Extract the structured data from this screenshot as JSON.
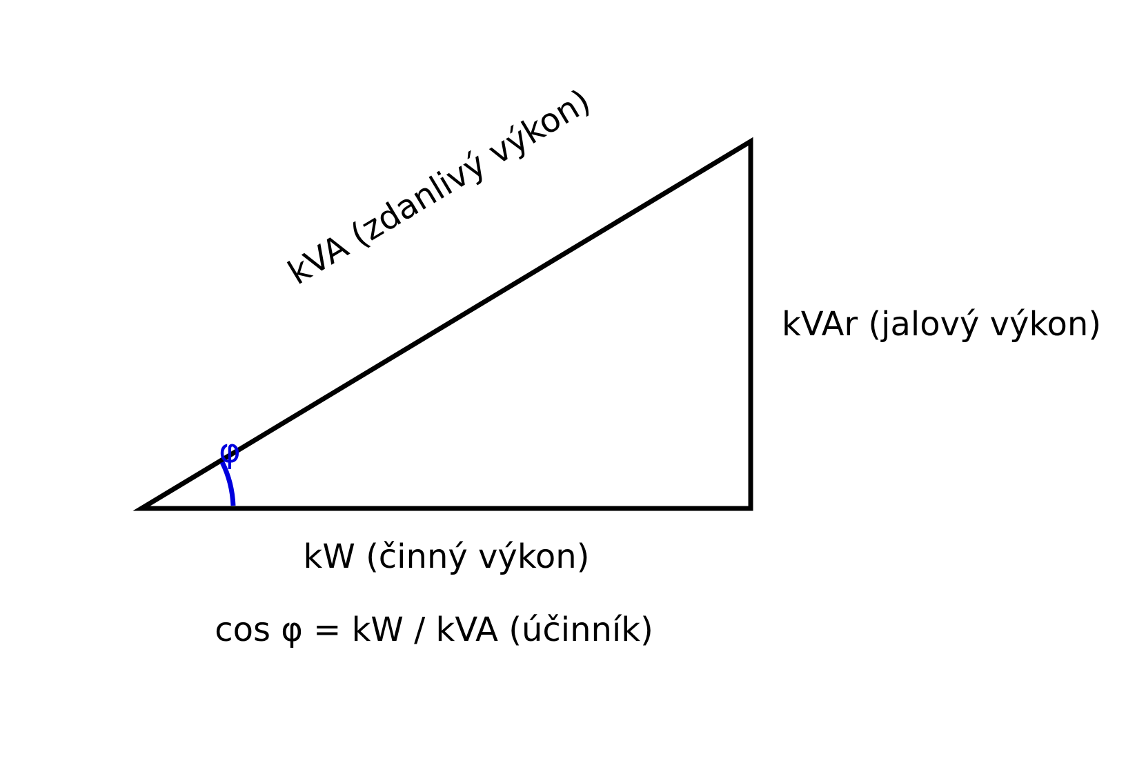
{
  "diagram": {
    "hypotenuse_label": "kVA (zdanlivý výkon)",
    "vertical_label": "kVAr (jalový výkon)",
    "base_label": "kW (činný výkon)",
    "angle_label": "φ",
    "formula": "cos φ = kW / kVA (účinník)"
  },
  "colors": {
    "line": "#000000",
    "angle": "#0000dd",
    "text": "#000000"
  }
}
